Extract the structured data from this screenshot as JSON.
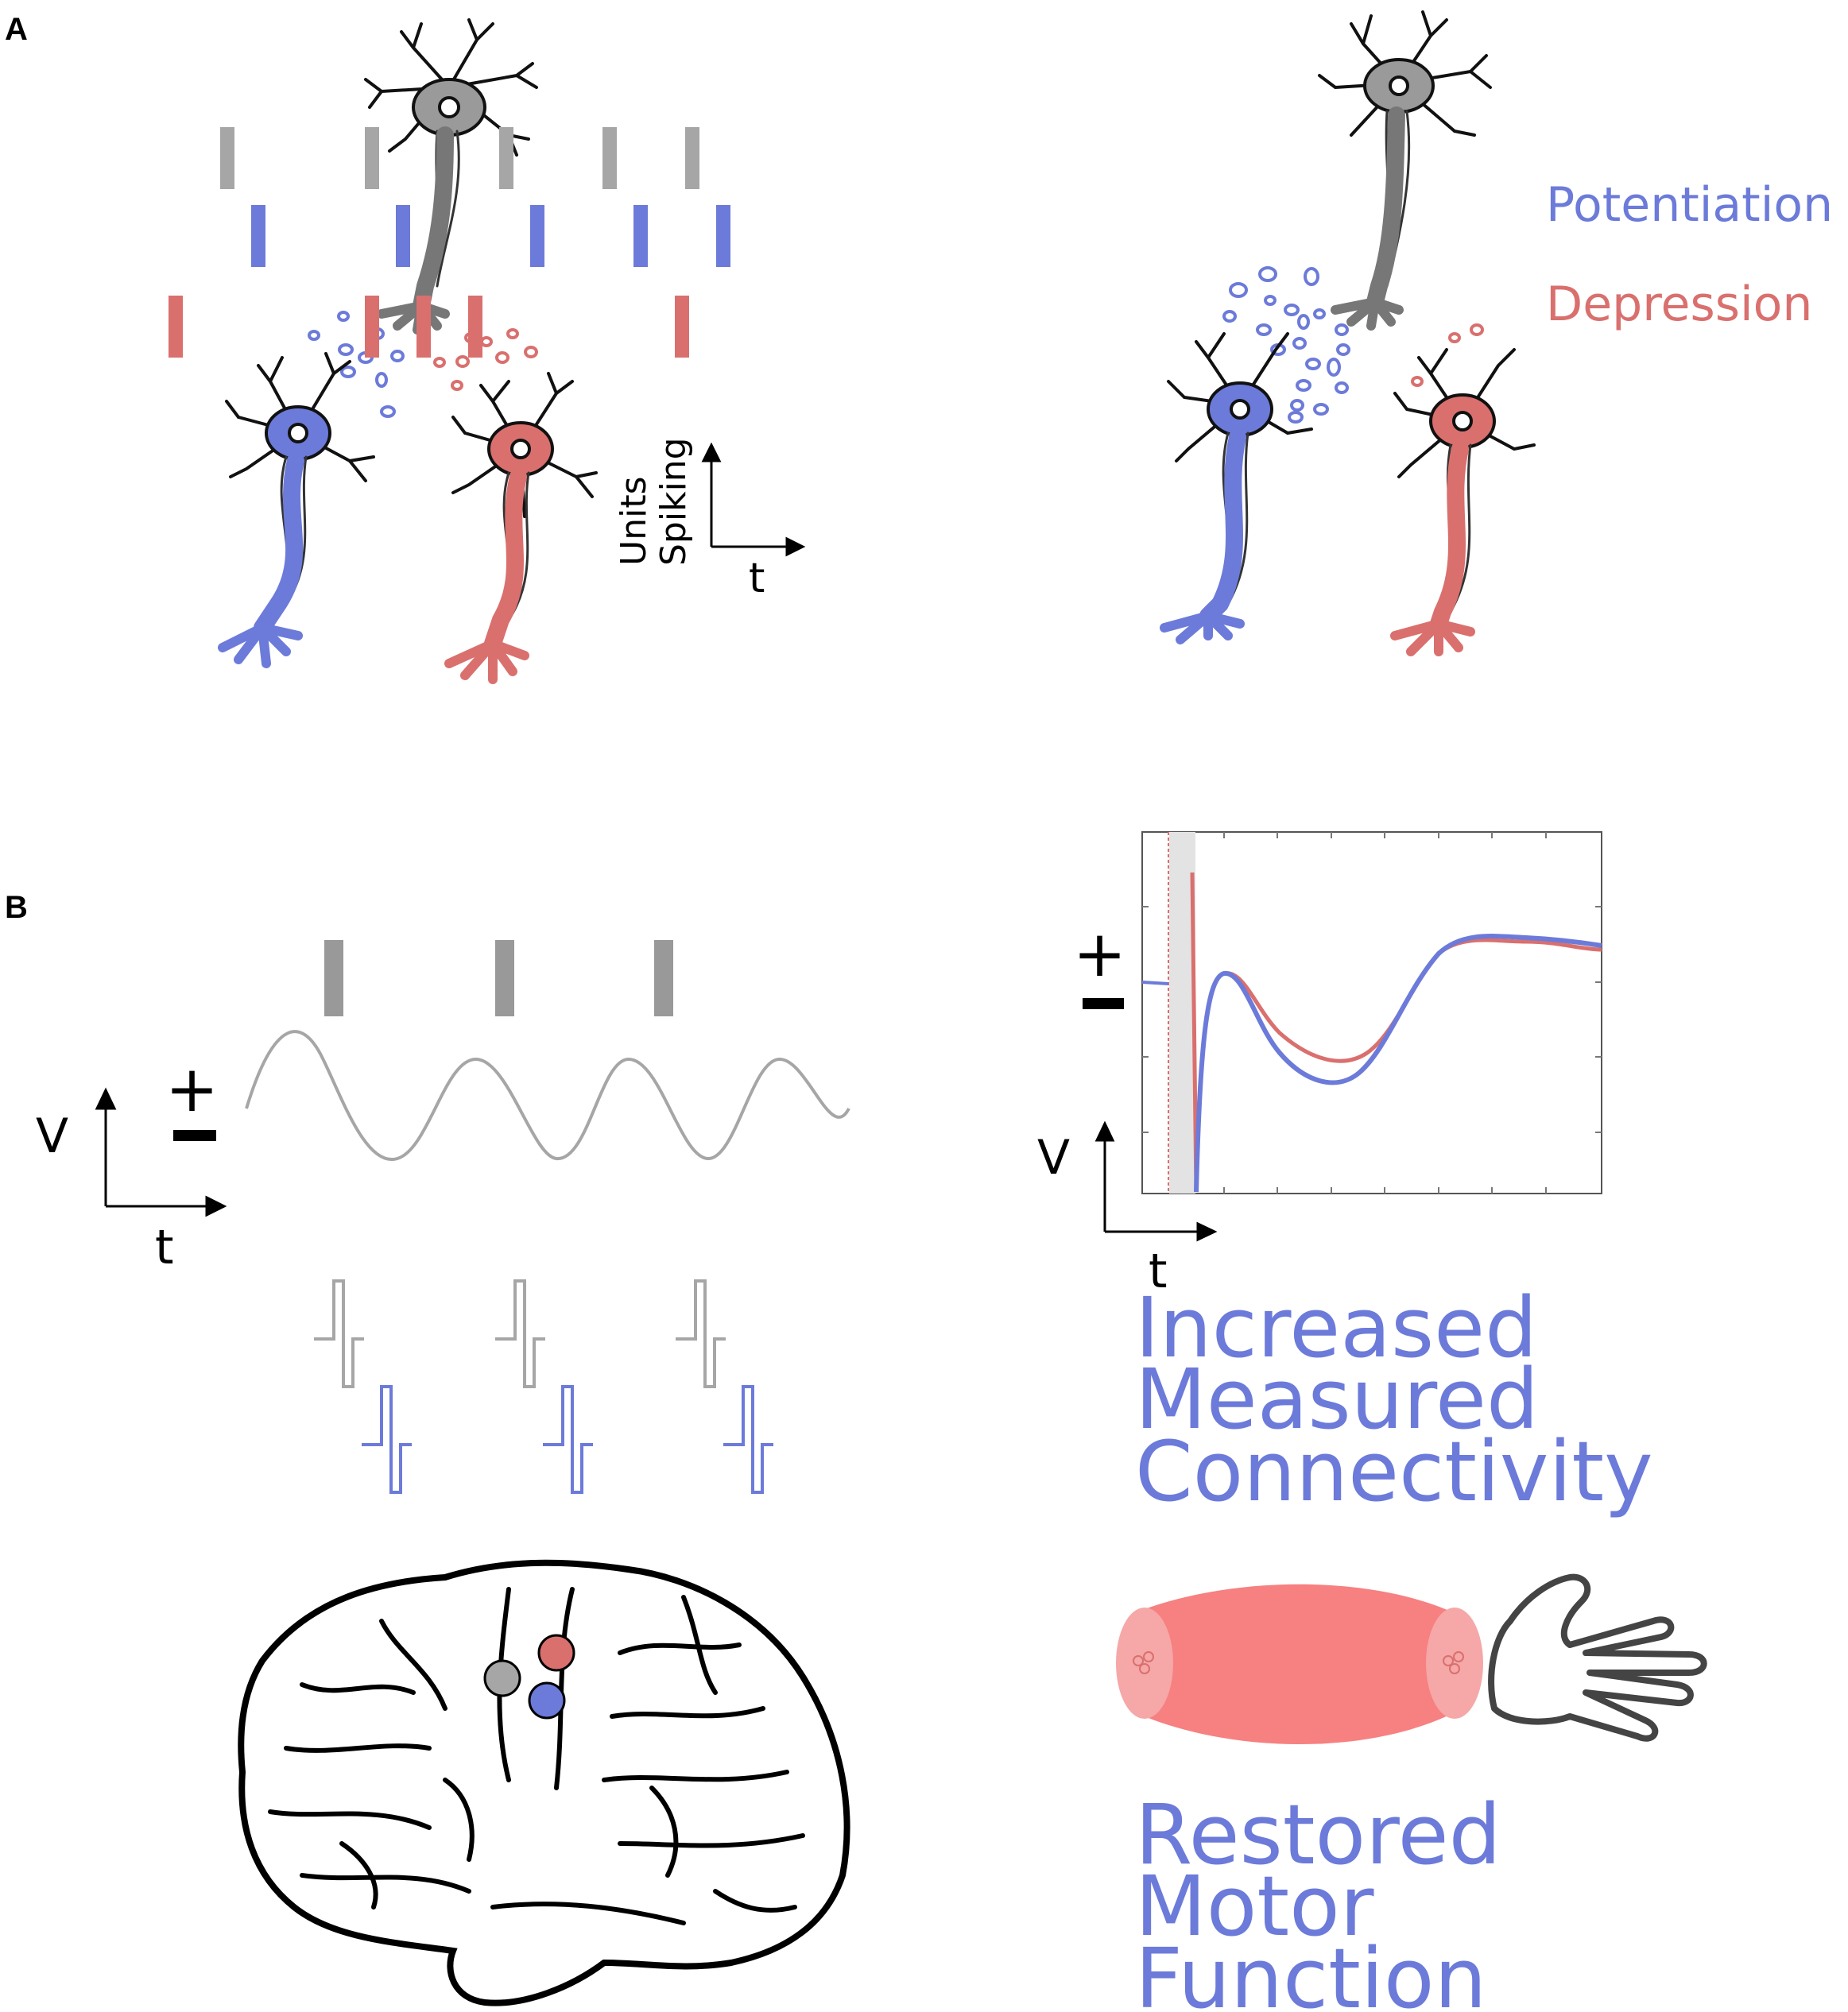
{
  "panel_a": {
    "label": "A",
    "legend": {
      "potentiation": "Potentiation",
      "depression": "Depression"
    },
    "axes": {
      "y_label_line1": "Units",
      "y_label_line2": "Spiking",
      "x_label": "t"
    },
    "raster_rows": [
      {
        "color": "#a6a6a6",
        "spike_times": [
          0.22,
          0.36,
          0.49,
          0.59,
          0.67
        ]
      },
      {
        "color": "#6c7bd9",
        "spike_times": [
          0.25,
          0.39,
          0.52,
          0.62,
          0.7
        ]
      },
      {
        "color": "#d9706e",
        "spike_times": [
          0.17,
          0.36,
          0.41,
          0.46,
          0.66
        ]
      }
    ]
  },
  "panel_b": {
    "label": "B",
    "axes_left": {
      "y_label": "V",
      "x_label": "t",
      "plus": "+",
      "minus": "−"
    },
    "axes_right": {
      "y_label": "V",
      "x_label": "t",
      "plus": "+",
      "minus": "−"
    },
    "result_line1": "Increased",
    "result_line2": "Measured",
    "result_line3": "Connectivity",
    "outcome_line1": "Restored",
    "outcome_line2": "Motor",
    "outcome_line3": "Function"
  },
  "colors": {
    "gray": "#a6a6a6",
    "blue": "#6c7bd9",
    "red": "#d9706e",
    "muscle": "#f78080",
    "muscle_end": "#f6a7a7"
  }
}
